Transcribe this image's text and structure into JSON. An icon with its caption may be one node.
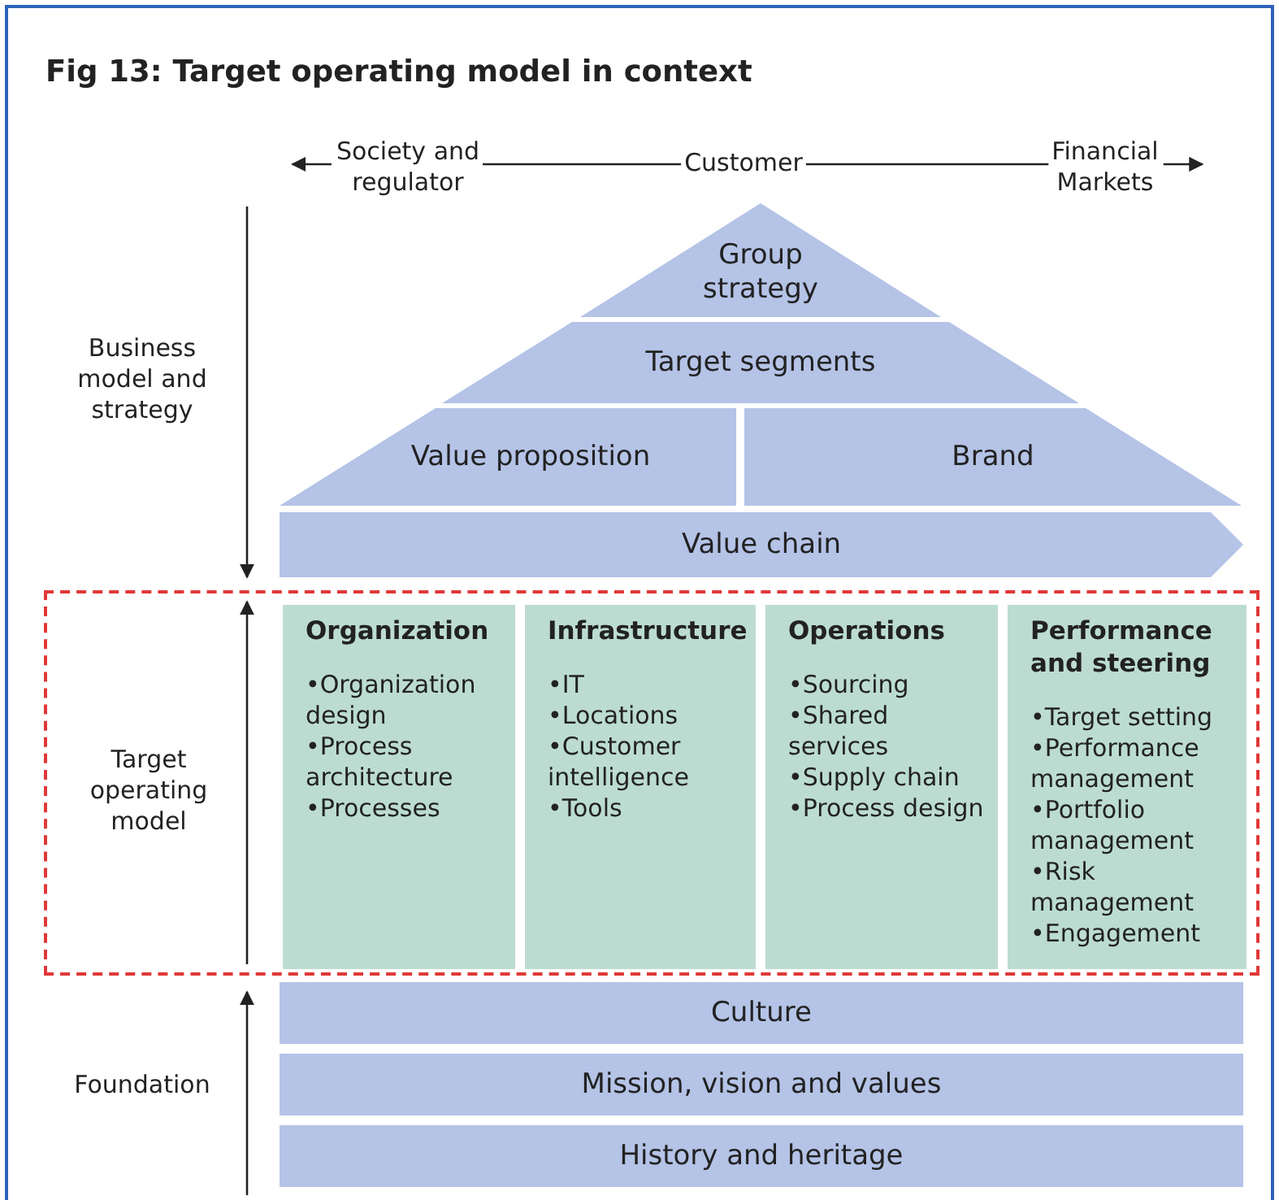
{
  "diagram": {
    "title": "Fig 13: Target operating model in context",
    "nodes": [
      {
        "text": [
          "Society and regulator"
        ]
      },
      {
        "text": [
          "Customer"
        ]
      },
      {
        "text": [
          "Financial Markets"
        ]
      },
      {
        "text": [
          "Group strategy"
        ]
      },
      {
        "text": [
          "Target segments"
        ]
      },
      {
        "text": [
          "Value proposition"
        ]
      },
      {
        "text": [
          "Brand"
        ]
      },
      {
        "text": [
          "Value chain"
        ]
      },
      {
        "text": [
          "Target operating model"
        ]
      },
      {
        "text": [
          "Organization",
          "•Organization design",
          "•Process architecture",
          "•Processes"
        ],
        "in": 8
      },
      {
        "text": [
          "Infrastructure",
          "•IT",
          "•Locations",
          "•Customer intelligence",
          "•Tools"
        ],
        "in": 8
      },
      {
        "text": [
          "Operations",
          "•Sourcing",
          "•Shared services",
          "•Supply chain",
          "•Process design"
        ],
        "in": 8
      },
      {
        "text": [
          "Performance and steering",
          "•Target setting",
          "•Performance management",
          "•Portfolio management",
          "•Risk management",
          "•Engagement"
        ],
        "in": 8
      },
      {
        "text": [
          "Culture"
        ]
      },
      {
        "text": [
          "Mission, vision and values"
        ]
      },
      {
        "text": [
          "History and heritage"
        ]
      }
    ],
    "edges": [
      {
        "from": 0,
        "to": null,
        "arrow": "to"
      },
      {
        "from": 0,
        "to": 1,
        "arrow": "none"
      },
      {
        "from": 1,
        "to": 2,
        "arrow": "none"
      },
      {
        "from": 2,
        "to": null,
        "arrow": "to"
      }
    ],
    "labels": [
      "Business model and strategy",
      "Foundation"
    ]
  }
}
